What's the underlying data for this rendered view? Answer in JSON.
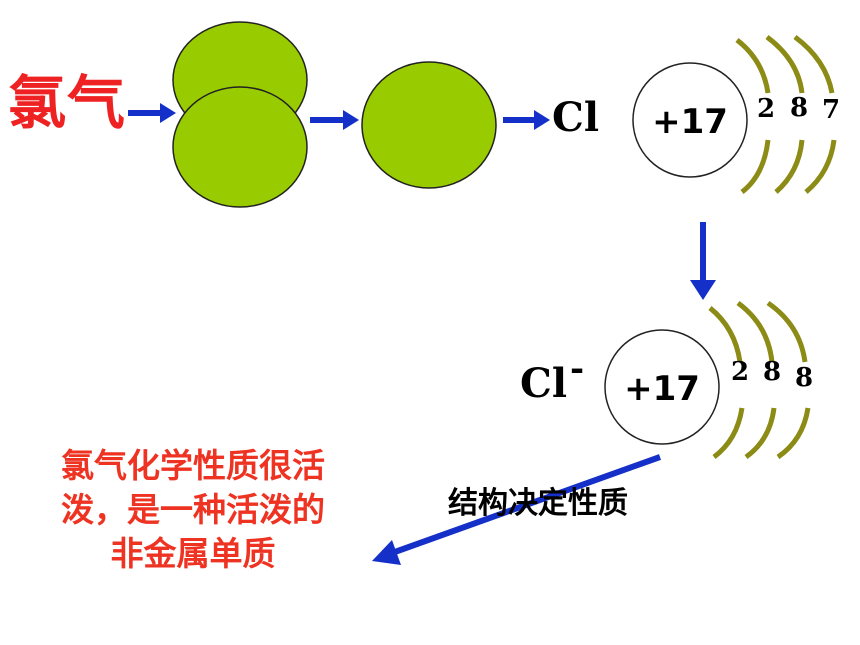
{
  "title": "氯气",
  "atom": {
    "symbol": "Cl",
    "nucleus": "+17",
    "shells": [
      "2",
      "8",
      "7"
    ]
  },
  "ion": {
    "symbol": "Cl",
    "charge": "-",
    "nucleus": "+17",
    "shells": [
      "2",
      "8",
      "8"
    ]
  },
  "arrow_label": "结构决定性质",
  "conclusion_lines": [
    "氯气化学性质很活",
    "泼，是一种活泼的",
    "非金属单质"
  ],
  "colors": {
    "title": "#ee2222",
    "conclusion": "#ee3322",
    "molecule": "#99cc00",
    "shell": "#8b8b16",
    "arrow": "#1530c8"
  }
}
